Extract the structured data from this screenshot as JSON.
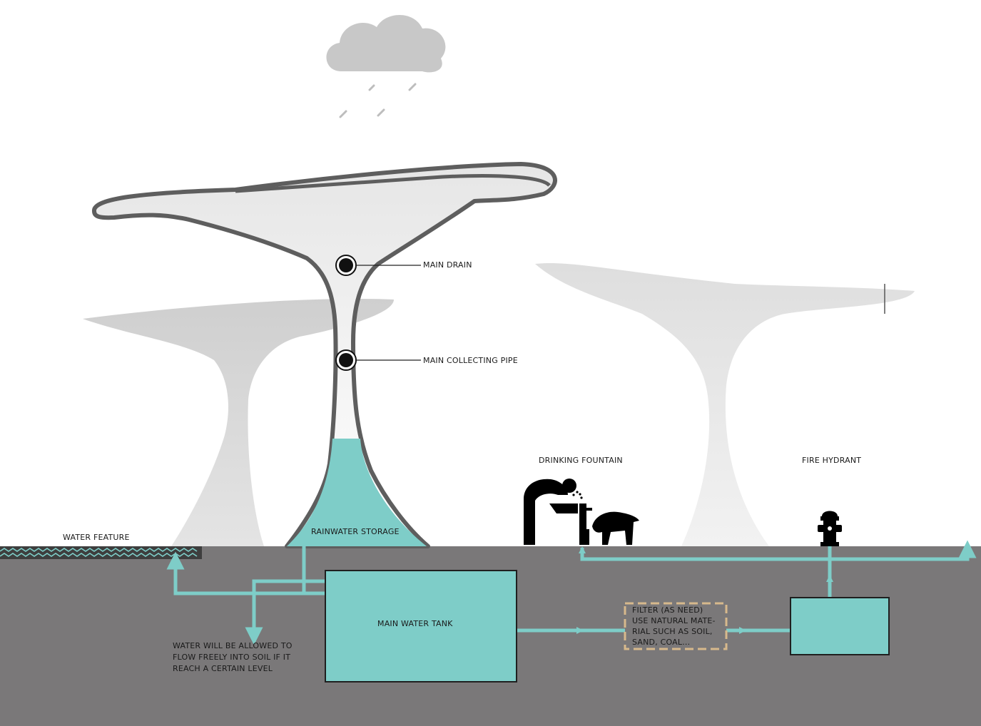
{
  "labels": {
    "main_drain": "MAIN DRAIN",
    "main_collecting_pipe": "MAIN COLLECTING PIPE",
    "drinking_fountain": "DRINKING FOUNTAIN",
    "fire_hydrant": "FIRE HYDRANT",
    "water_feature": "WATER FEATURE",
    "rainwater_storage": "RAINWATER STORAGE",
    "main_water_tank": "MAIN WATER TANK",
    "overflow_note": [
      "WATER WILL BE ALLOWED TO",
      "FLOW FREELY INTO SOIL IF IT",
      "REACH A CERTAIN LEVEL"
    ],
    "filter_note": [
      "FILTER (AS NEED)",
      "USE NATURAL MATE-",
      "RIAL SUCH AS SOIL,",
      "SAND, COAL..."
    ]
  },
  "colors": {
    "water": "#7ecdc8",
    "ground": "#7a7879",
    "structure_outline": "#5e5e5e",
    "canopy_fill": "#f4f4f4",
    "ghost_structure": "#d9d9d9",
    "cloud": "#c8c8c8",
    "filter_border": "#d7b98c",
    "icon": "#000000"
  },
  "icons": [
    "cloud-icon",
    "raindrop-icon",
    "drain-node-icon",
    "person-drinking-icon",
    "dog-drinking-icon",
    "fire-hydrant-icon",
    "flow-arrow-icon"
  ]
}
